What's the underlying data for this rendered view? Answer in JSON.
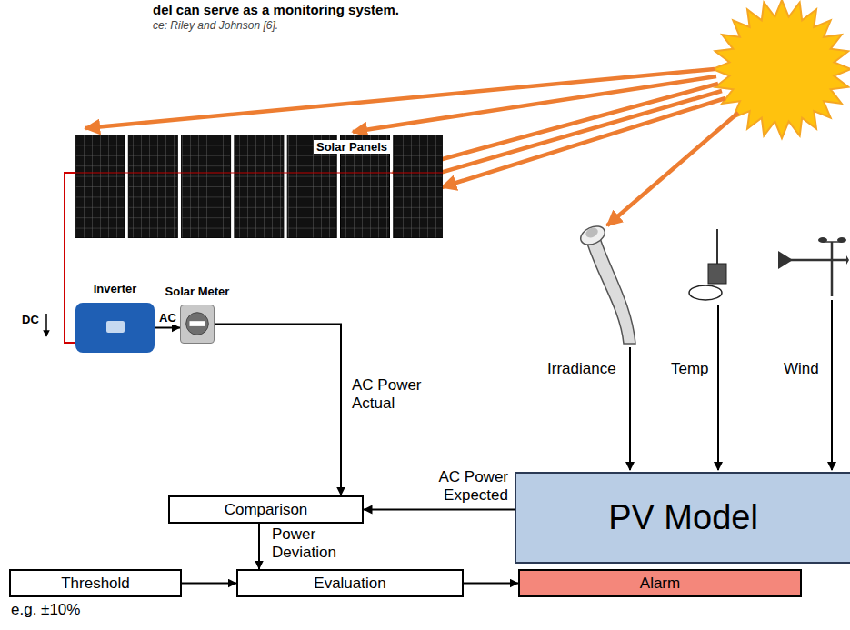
{
  "diagram": {
    "nodes": [
      {
        "text": [
          "Solar Panels"
        ]
      },
      {
        "text": [
          "Inverter"
        ]
      },
      {
        "text": [
          "Solar Meter"
        ]
      },
      {
        "text": [
          "PV Model"
        ]
      },
      {
        "text": [
          "Comparison"
        ]
      },
      {
        "text": [
          "Threshold"
        ]
      },
      {
        "text": [
          "Evaluation"
        ]
      },
      {
        "text": [
          "Alarm"
        ]
      }
    ],
    "edges": [
      {
        "from": 0,
        "to": 1,
        "arrow": "none",
        "label": "DC"
      },
      {
        "from": 1,
        "to": 2,
        "arrow": "to",
        "label": "AC"
      },
      {
        "from": 2,
        "to": 4,
        "arrow": "to",
        "label": "AC Power Actual"
      },
      {
        "from": 3,
        "to": 4,
        "arrow": "to",
        "label": "AC Power Expected"
      },
      {
        "from": 4,
        "to": 6,
        "arrow": "to",
        "label": "Power Deviation"
      },
      {
        "from": 5,
        "to": 6,
        "arrow": "to"
      },
      {
        "from": 6,
        "to": 7,
        "arrow": "to"
      }
    ],
    "labels": [
      "del can serve as a monitoring system.",
      "ce: Riley and Johnson [6].",
      "Irradiance",
      "Temp",
      "Wind",
      "e.g. ±10%"
    ]
  }
}
